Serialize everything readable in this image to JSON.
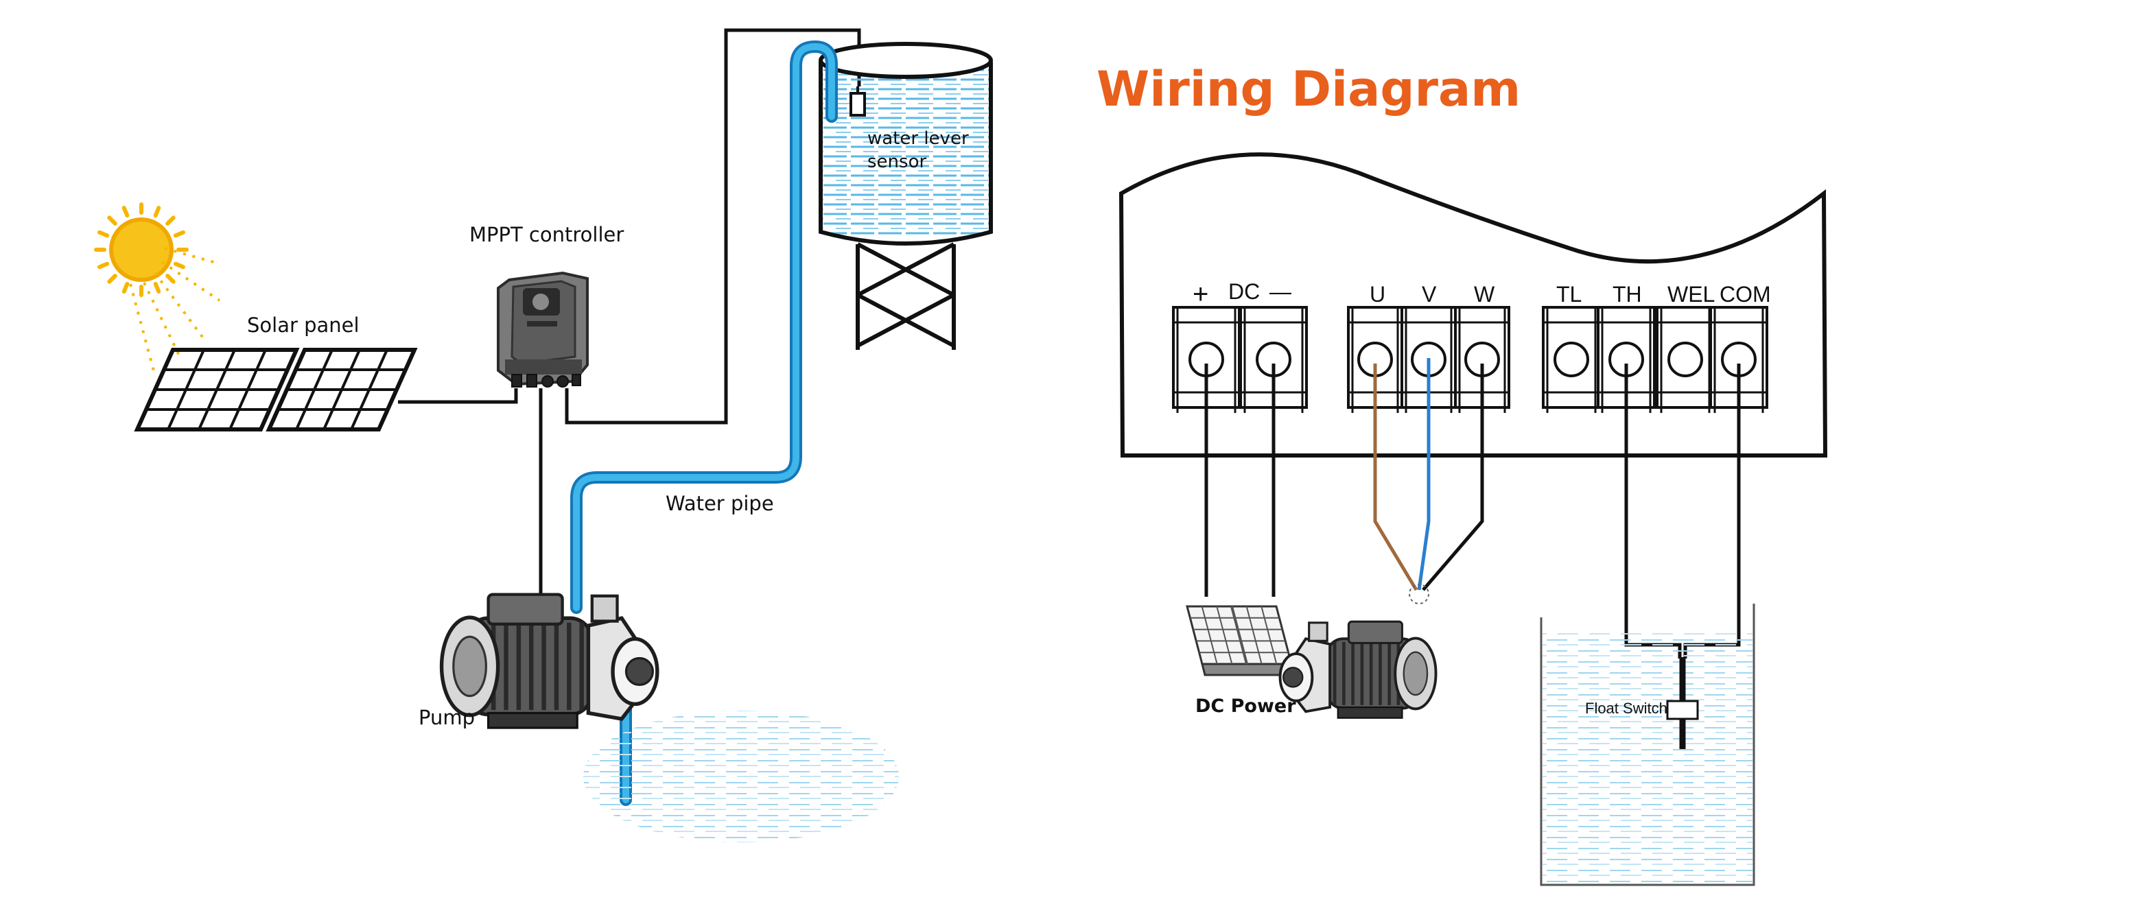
{
  "system_diagram": {
    "labels": {
      "solar_panel": "Solar panel",
      "mppt_controller": "MPPT controller",
      "water_level_sensor_line1": "water lever",
      "water_level_sensor_line2": "sensor",
      "water_pipe": "Water pipe",
      "pump": "Pump"
    }
  },
  "wiring_diagram": {
    "title": "Wiring Diagram",
    "dc_label": "DC",
    "dc_plus": "+",
    "dc_minus": "—",
    "terminals": {
      "u": "U",
      "v": "V",
      "w": "W",
      "tl": "TL",
      "th": "TH",
      "wel": "WEL",
      "com": "COM"
    },
    "dc_power": "DC Power",
    "float_switch": "Float Switch"
  },
  "colors": {
    "title": "#e8601c",
    "pipe": "#29a9e1",
    "water": "#5ab8e6",
    "sun": "#f7b500",
    "wire_u": "#a06a3c",
    "wire_v": "#2a7fd0",
    "wire_dark": "#111111"
  },
  "icons": {
    "sun": "sun-icon",
    "solar_panel": "solar-panel-icon",
    "controller": "controller-icon",
    "tank": "water-tank-icon",
    "pump": "pump-icon",
    "float_switch": "float-switch-icon"
  }
}
